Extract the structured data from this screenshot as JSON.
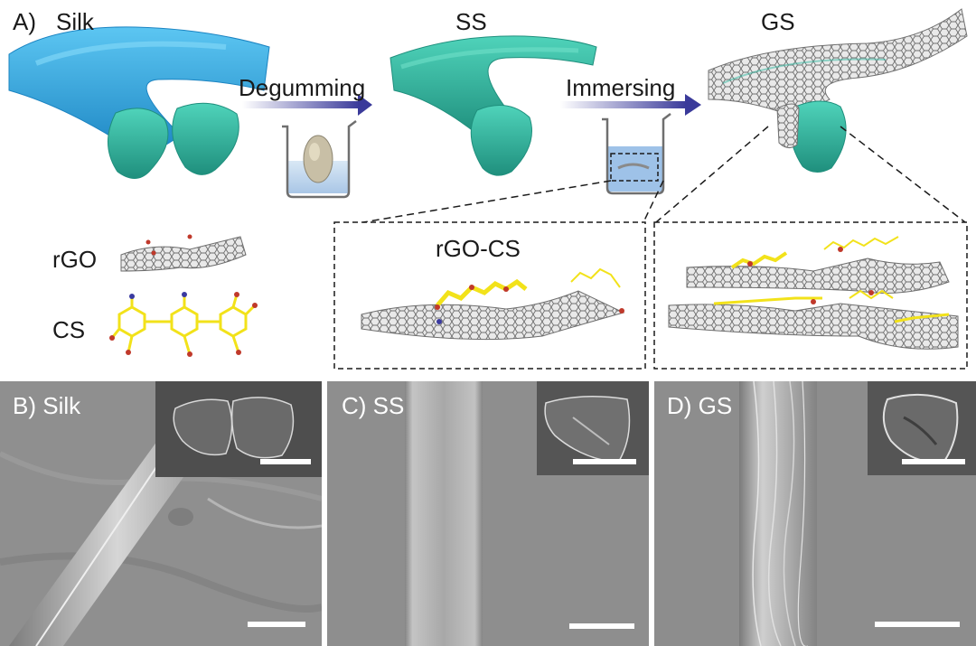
{
  "panel_a": {
    "label": "A)",
    "stages": {
      "silk": "Silk",
      "ss": "SS",
      "gs": "GS"
    },
    "steps": {
      "degumming": "Degumming",
      "immersing": "Immersing"
    },
    "molecules": {
      "rgo": "rGO",
      "cs": "CS"
    },
    "zoom_box_left_title": "rGO-CS"
  },
  "panel_b": {
    "label": "B) Silk"
  },
  "panel_c": {
    "label": "C) SS"
  },
  "panel_d": {
    "label": "D) GS"
  },
  "colors": {
    "silk_outer": "#2fa6e0",
    "fibroin": "#2fb8a0",
    "arrow": "#3a3a9a",
    "graphene": "#8a8a8a",
    "chitosan": "#f2e21a",
    "sem_background": "#8c8c8c"
  }
}
